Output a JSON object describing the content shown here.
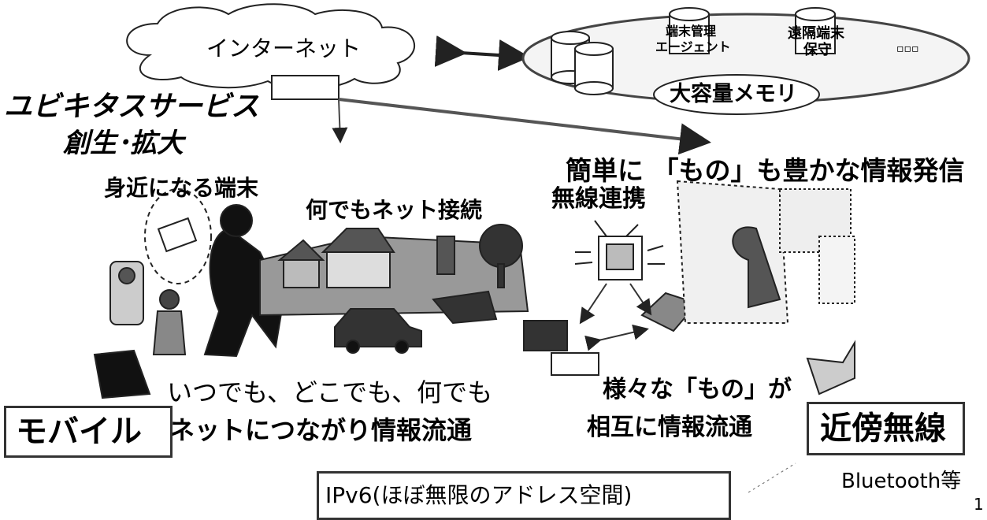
{
  "cloud_label": "インターネット",
  "server": {
    "agent_label": [
      "端末管理",
      "エージェント"
    ],
    "remote_label": [
      "遠隔端末",
      "保守"
    ],
    "ellipsis": "▫▫▫",
    "memory_label": "大容量メモリ"
  },
  "ubiquitous": {
    "line1": "ユビキタスサービス",
    "line2": "創生･拡大"
  },
  "near_terminal": "身近になる端末",
  "anything_connect": "何でもネット接続",
  "rich_info": "簡単に 「もの」も豊かな情報発信",
  "wireless_link": "無線連携",
  "mobile": {
    "caption_line1": "いつでも、どこでも、何でも",
    "caption_line2": "ネットにつながり情報流通",
    "label": "モバイル"
  },
  "things": {
    "line1": "様々な「もの」が",
    "line2": "相互に情報流通"
  },
  "near_wireless": {
    "label": "近傍無線",
    "sub": "Bluetooth等"
  },
  "ipv6": "IPv6(ほぼ無限のアドレス空間)",
  "page_number": "1"
}
